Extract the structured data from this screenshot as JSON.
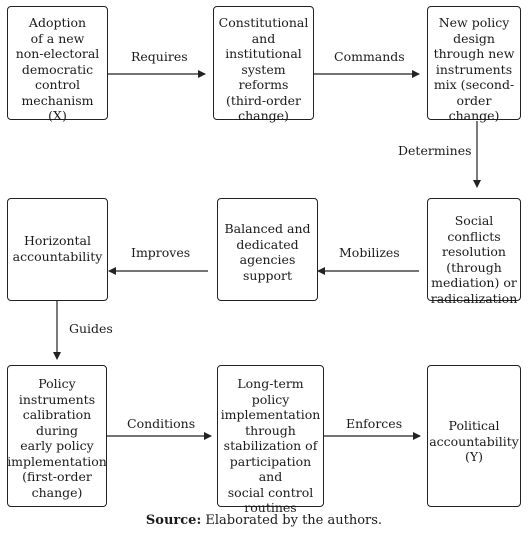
{
  "boxes": {
    "b1": "Adoption\nof a new\nnon-electoral\ndemocratic\ncontrol\nmechanism (X)",
    "b2": "Constitutional\nand\ninstitutional\nsystem reforms\n(third-order\nchange)",
    "b3": "New policy\ndesign\nthrough new\ninstruments\nmix (second-\norder change)",
    "b4": "Horizontal\naccountability",
    "b5": "Balanced and\ndedicated\nagencies\nsupport",
    "b6": "Social conflicts\nresolution\n(through\nmediation) or\nradicalization",
    "b7": "Policy\ninstruments\ncalibration\nduring\nearly policy\nimplementation\n(first-order\nchange)",
    "b8": "Long-term\npolicy\nimplementation\nthrough\nstabilization of\nparticipation and\nsocial control\nroutines",
    "b9": "Political\naccountability\n(Y)"
  },
  "edges": {
    "requires": "Requires",
    "commands": "Commands",
    "determines": "Determines",
    "mobilizes": "Mobilizes",
    "improves": "Improves",
    "guides": "Guides",
    "conditions": "Conditions",
    "enforces": "Enforces"
  },
  "source": {
    "label": "Source:",
    "text": " Elaborated by the authors."
  }
}
